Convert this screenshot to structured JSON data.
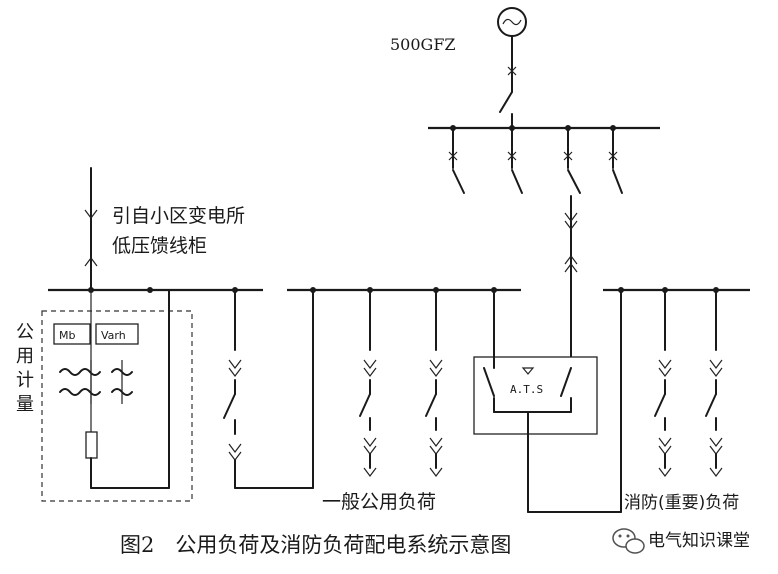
{
  "generator_label": "500GFZ",
  "source_label_line1": "引自小区变电所",
  "source_label_line2": "低压馈线柜",
  "meter_label": "公用计量",
  "meter_label_chars": [
    "公",
    "用",
    "计",
    "量"
  ],
  "meter_left_label": "Mb",
  "meter_right_label": "Varh",
  "ats_label": "A.T.S",
  "general_load_label": "一般公用负荷",
  "fire_load_label": "消防(重要)负荷",
  "caption": "图2　公用负荷及消防负荷配电系统示意图",
  "watermark_text": "电气知识课堂",
  "colors": {
    "line": "#1a1a1a",
    "background": "#ffffff",
    "watermark_icon": "#333333"
  },
  "icons": [
    "generator-icon",
    "wechat-watermark-icon"
  ]
}
